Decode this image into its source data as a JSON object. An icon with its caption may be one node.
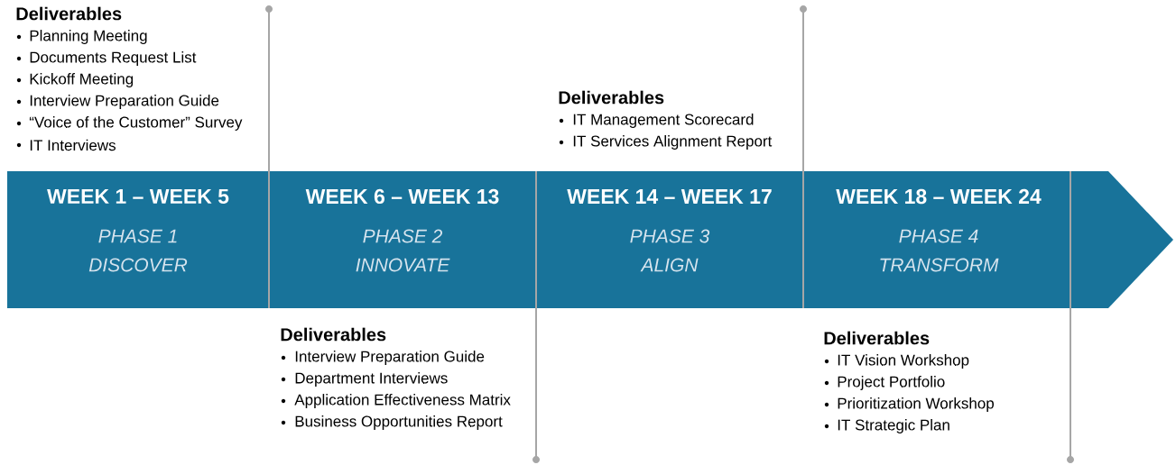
{
  "diagram": {
    "nodes": [
      {
        "text": [
          "WEEK 1 – WEEK 5",
          "PHASE 1",
          "DISCOVER"
        ]
      },
      {
        "text": [
          "WEEK 6 – WEEK 13",
          "PHASE 2",
          "INNOVATE"
        ]
      },
      {
        "text": [
          "WEEK 14 – WEEK 17",
          "PHASE 3",
          "ALIGN"
        ]
      },
      {
        "text": [
          "WEEK 18 – WEEK 24",
          "PHASE 4",
          "TRANSFORM"
        ]
      }
    ],
    "labels": [
      "Deliverables",
      "Planning Meeting",
      "Documents Request List",
      "Kickoff Meeting",
      "Interview Preparation Guide",
      "“Voice of the Customer” Survey",
      "IT Interviews",
      "Deliverables",
      "Interview Preparation Guide",
      "Department Interviews",
      "Application Effectiveness Matrix",
      "Business Opportunities Report",
      "Deliverables",
      "IT Management Scorecard",
      "IT Services Alignment Report",
      "Deliverables",
      "IT Vision Workshop",
      "Project Portfolio",
      "Prioritization Workshop",
      "IT Strategic Plan"
    ]
  }
}
